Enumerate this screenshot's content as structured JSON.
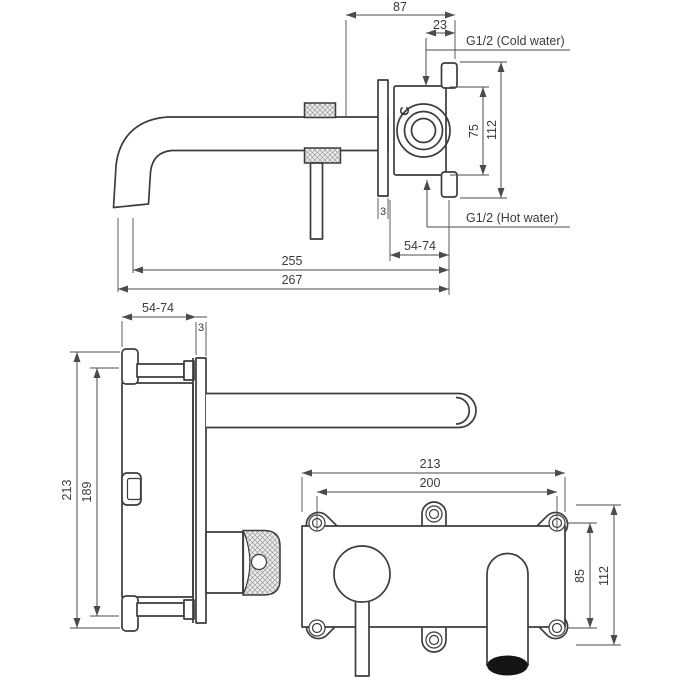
{
  "views": {
    "tap_side": {
      "dim_87": "87",
      "dim_23": "23",
      "label_cold": "G1/2 (Cold water)",
      "label_hot": "G1/2 (Hot water)",
      "dim_75": "75",
      "dim_112": "112",
      "dim_plate": "3",
      "dim_depth": "54-74",
      "dim_255": "255",
      "dim_267": "267",
      "valve_mark": "C"
    },
    "box_side": {
      "dim_depth": "54-74",
      "dim_plate": "3",
      "dim_213": "213",
      "dim_189": "189"
    },
    "box_front": {
      "dim_213": "213",
      "dim_200": "200",
      "dim_85": "85",
      "dim_112": "112"
    }
  },
  "colors": {
    "object_line": "#3c3c3c",
    "dimension_line": "#4b4b4b",
    "text": "#3b3b3b",
    "knurl_hatch": "#9a9a9a",
    "outlet_fill": "#151515",
    "background": "#ffffff"
  }
}
